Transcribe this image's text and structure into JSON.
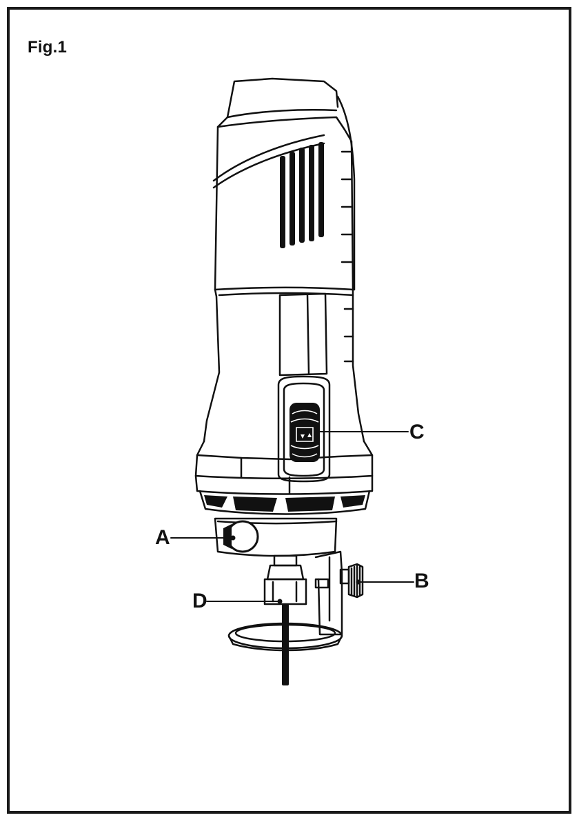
{
  "figure": {
    "title": "Fig.1"
  },
  "callouts": {
    "a": "A",
    "b": "B",
    "c": "C",
    "d": "D"
  },
  "colors": {
    "ink": "#111111",
    "frame": "#1a1a1a",
    "background": "#ffffff"
  }
}
